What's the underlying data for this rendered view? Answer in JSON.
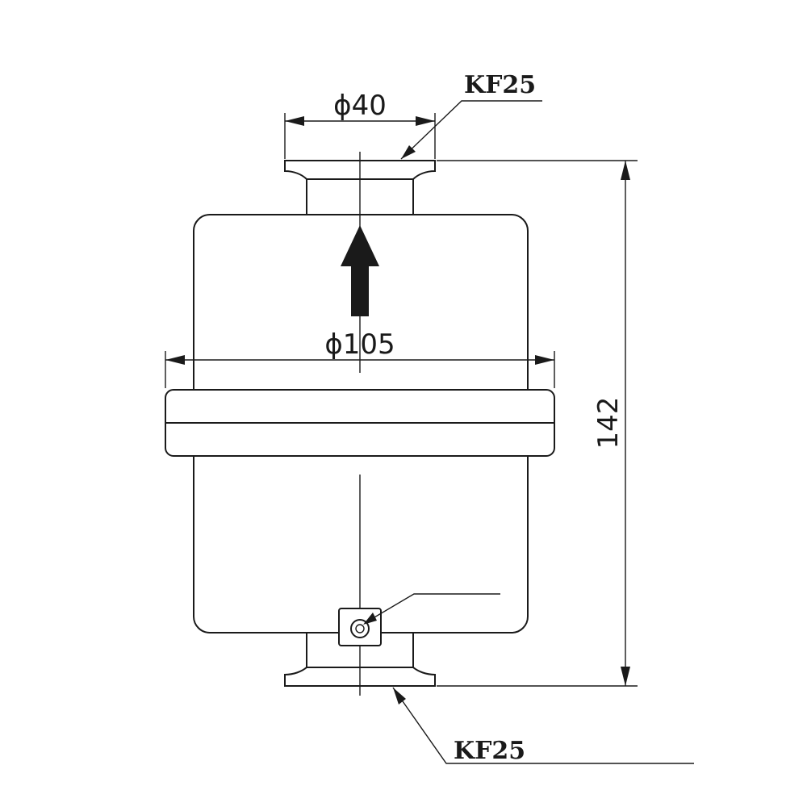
{
  "labels": {
    "top_port": "KF25",
    "bottom_port": "KF25",
    "top_diameter": "ϕ40",
    "body_diameter": "ϕ105",
    "height": "142"
  },
  "colors": {
    "ink": "#1a1a1a",
    "background": "#ffffff"
  }
}
